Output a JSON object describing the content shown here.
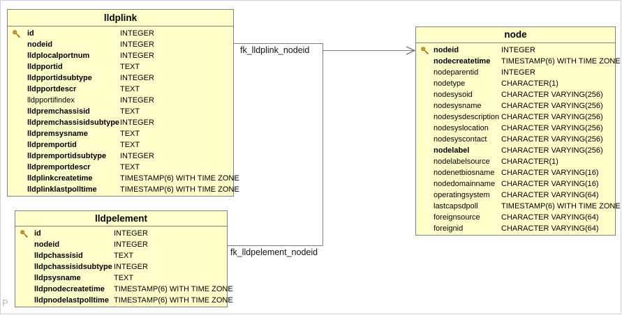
{
  "diagram": {
    "watermark": "P",
    "colors": {
      "table_fill": "#ffffcc",
      "table_border": "#7f7f7f",
      "connector": "#787878",
      "key_icon_gold": "#e2b13c",
      "key_icon_outline": "#8b6914"
    }
  },
  "relationships": [
    {
      "label": "fk_lldplink_nodeid",
      "from_table": "lldplink",
      "from_column": "nodeid",
      "to_table": "node",
      "to_column": "nodeid"
    },
    {
      "label": "fk_lldpelement_nodeid",
      "from_table": "lldpelement",
      "from_column": "nodeid",
      "to_table": "node",
      "to_column": "nodeid"
    }
  ],
  "tables": [
    {
      "title": "lldplink",
      "columns": [
        {
          "name": "id",
          "type": "INTEGER",
          "key": true,
          "bold": true
        },
        {
          "name": "nodeid",
          "type": "INTEGER",
          "key": false,
          "bold": true
        },
        {
          "name": "lldplocalportnum",
          "type": "INTEGER",
          "key": false,
          "bold": true
        },
        {
          "name": "lldpportid",
          "type": "TEXT",
          "key": false,
          "bold": true
        },
        {
          "name": "lldpportidsubtype",
          "type": "INTEGER",
          "key": false,
          "bold": true
        },
        {
          "name": "lldpportdescr",
          "type": "TEXT",
          "key": false,
          "bold": true
        },
        {
          "name": "lldpportifindex",
          "type": "INTEGER",
          "key": false,
          "bold": false
        },
        {
          "name": "lldpremchassisid",
          "type": "TEXT",
          "key": false,
          "bold": true
        },
        {
          "name": "lldpremchassisidsubtype",
          "type": "INTEGER",
          "key": false,
          "bold": true
        },
        {
          "name": "lldpremsysname",
          "type": "TEXT",
          "key": false,
          "bold": true
        },
        {
          "name": "lldpremportid",
          "type": "TEXT",
          "key": false,
          "bold": true
        },
        {
          "name": "lldpremportidsubtype",
          "type": "INTEGER",
          "key": false,
          "bold": true
        },
        {
          "name": "lldpremportdescr",
          "type": "TEXT",
          "key": false,
          "bold": true
        },
        {
          "name": "lldplinkcreatetime",
          "type": "TIMESTAMP(6) WITH TIME ZONE",
          "key": false,
          "bold": true
        },
        {
          "name": "lldplinklastpolltime",
          "type": "TIMESTAMP(6) WITH TIME ZONE",
          "key": false,
          "bold": true
        }
      ]
    },
    {
      "title": "lldpelement",
      "columns": [
        {
          "name": "id",
          "type": "INTEGER",
          "key": true,
          "bold": true
        },
        {
          "name": "nodeid",
          "type": "INTEGER",
          "key": false,
          "bold": true
        },
        {
          "name": "lldpchassisid",
          "type": "TEXT",
          "key": false,
          "bold": true
        },
        {
          "name": "lldpchassisidsubtype",
          "type": "INTEGER",
          "key": false,
          "bold": true
        },
        {
          "name": "lldpsysname",
          "type": "TEXT",
          "key": false,
          "bold": true
        },
        {
          "name": "lldpnodecreatetime",
          "type": "TIMESTAMP(6) WITH TIME ZONE",
          "key": false,
          "bold": true
        },
        {
          "name": "lldpnodelastpolltime",
          "type": "TIMESTAMP(6) WITH TIME ZONE",
          "key": false,
          "bold": true
        }
      ]
    },
    {
      "title": "node",
      "columns": [
        {
          "name": "nodeid",
          "type": "INTEGER",
          "key": true,
          "bold": true
        },
        {
          "name": "nodecreatetime",
          "type": "TIMESTAMP(6) WITH TIME ZONE",
          "key": false,
          "bold": true
        },
        {
          "name": "nodeparentid",
          "type": "INTEGER",
          "key": false,
          "bold": false
        },
        {
          "name": "nodetype",
          "type": "CHARACTER(1)",
          "key": false,
          "bold": false
        },
        {
          "name": "nodesysoid",
          "type": "CHARACTER VARYING(256)",
          "key": false,
          "bold": false
        },
        {
          "name": "nodesysname",
          "type": "CHARACTER VARYING(256)",
          "key": false,
          "bold": false
        },
        {
          "name": "nodesysdescription",
          "type": "CHARACTER VARYING(256)",
          "key": false,
          "bold": false
        },
        {
          "name": "nodesyslocation",
          "type": "CHARACTER VARYING(256)",
          "key": false,
          "bold": false
        },
        {
          "name": "nodesyscontact",
          "type": "CHARACTER VARYING(256)",
          "key": false,
          "bold": false
        },
        {
          "name": "nodelabel",
          "type": "CHARACTER VARYING(256)",
          "key": false,
          "bold": true
        },
        {
          "name": "nodelabelsource",
          "type": "CHARACTER(1)",
          "key": false,
          "bold": false
        },
        {
          "name": "nodenetbiosname",
          "type": "CHARACTER VARYING(16)",
          "key": false,
          "bold": false
        },
        {
          "name": "nodedomainname",
          "type": "CHARACTER VARYING(16)",
          "key": false,
          "bold": false
        },
        {
          "name": "operatingsystem",
          "type": "CHARACTER VARYING(64)",
          "key": false,
          "bold": false
        },
        {
          "name": "lastcapsdpoll",
          "type": "TIMESTAMP(6) WITH TIME ZONE",
          "key": false,
          "bold": false
        },
        {
          "name": "foreignsource",
          "type": "CHARACTER VARYING(64)",
          "key": false,
          "bold": false
        },
        {
          "name": "foreignid",
          "type": "CHARACTER VARYING(64)",
          "key": false,
          "bold": false
        }
      ]
    }
  ]
}
